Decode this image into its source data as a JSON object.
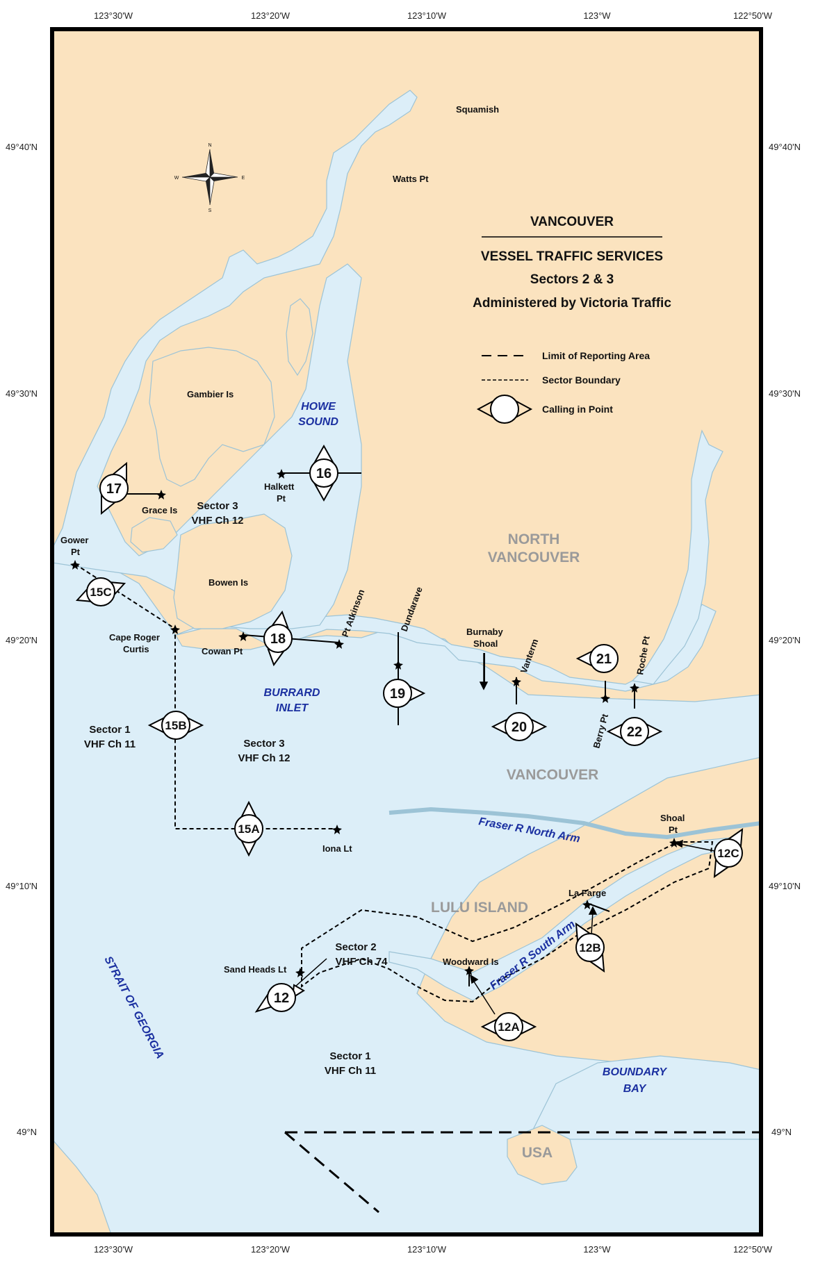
{
  "title": {
    "line1": "VANCOUVER",
    "line2": "VESSEL TRAFFIC SERVICES",
    "line3": "Sectors 2 & 3",
    "line4": "Administered by Victoria Traffic"
  },
  "legend": {
    "limit": "Limit of Reporting Area",
    "sector": "Sector Boundary",
    "calling": "Calling in Point"
  },
  "axes": {
    "top": [
      "123°30'W",
      "123°20'W",
      "123°10'W",
      "123°W",
      "122°50'W"
    ],
    "bottom": [
      "123°30'W",
      "123°20'W",
      "123°10'W",
      "123°W",
      "122°50'W"
    ],
    "left": [
      "49°40'N",
      "49°30'N",
      "49°20'N",
      "49°10'N",
      "49°N"
    ],
    "right": [
      "49°40'N",
      "49°30'N",
      "49°20'N",
      "49°10'N",
      "49°N"
    ]
  },
  "compass": {
    "n": "N",
    "s": "S",
    "e": "E",
    "w": "W"
  },
  "places": {
    "squamish": "Squamish",
    "watts": "Watts Pt",
    "gambier": "Gambier Is",
    "halkett1": "Halkett",
    "halkett2": "Pt",
    "grace": "Grace Is",
    "gower1": "Gower",
    "gower2": "Pt",
    "bowen": "Bowen Is",
    "cape1": "Cape Roger",
    "cape2": "Curtis",
    "cowan": "Cowan Pt",
    "atkinson": "Pt Atkinson",
    "dundarave": "Dundarave",
    "burnaby1": "Burnaby",
    "burnaby2": "Shoal",
    "vanterm": "Vanterm",
    "roche": "Roche Pt",
    "berry": "Berry Pt",
    "iona": "Iona Lt",
    "shoal1": "Shoal",
    "shoal2": "Pt",
    "lafarge": "La Farge",
    "sandheads": "Sand Heads Lt",
    "woodward": "Woodward Is"
  },
  "waters": {
    "howe1": "HOWE",
    "howe2": "SOUND",
    "burrard1": "BURRARD",
    "burrard2": "INLET",
    "fraser_north": "Fraser R North Arm",
    "fraser_south": "Fraser R South Arm",
    "strait": "STRAIT OF GEORGIA",
    "boundary1": "BOUNDARY",
    "boundary2": "BAY"
  },
  "lands": {
    "north_van1": "NORTH",
    "north_van2": "VANCOUVER",
    "vancouver": "VANCOUVER",
    "lulu": "LULU ISLAND",
    "usa": "USA"
  },
  "sectors": {
    "s3a_1": "Sector 3",
    "s3a_2": "VHF Ch 12",
    "s1a_1": "Sector 1",
    "s1a_2": "VHF Ch 11",
    "s3b_1": "Sector 3",
    "s3b_2": "VHF Ch 12",
    "s2_1": "Sector 2",
    "s2_2": "VHF Ch 74",
    "s1b_1": "Sector 1",
    "s1b_2": "VHF Ch 11"
  },
  "calling_points": {
    "p16": "16",
    "p17": "17",
    "p15c": "15C",
    "p18": "18",
    "p19": "19",
    "p21": "21",
    "p20": "20",
    "p22": "22",
    "p15b": "15B",
    "p15a": "15A",
    "p12c": "12C",
    "p12b": "12B",
    "p12": "12",
    "p12a": "12A"
  },
  "colors": {
    "land": "#fbe3bf",
    "water": "#dceef8",
    "coast": "#8fb7cc",
    "frame": "#000000"
  }
}
